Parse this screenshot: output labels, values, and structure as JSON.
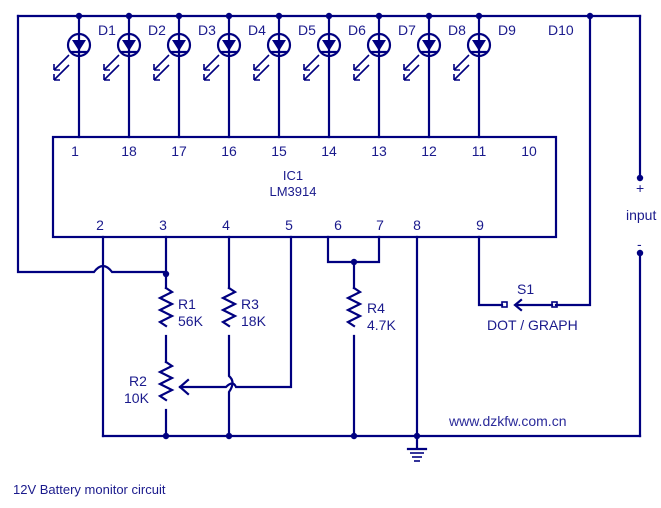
{
  "title": "12V Battery monitor circuit",
  "watermark": "www.dzkfw.com.cn",
  "colors": {
    "wire": "#000080",
    "text": "#1a1a8c"
  },
  "ic": {
    "ref": "IC1",
    "part": "LM3914",
    "top_pins": [
      "1",
      "18",
      "17",
      "16",
      "15",
      "14",
      "13",
      "12",
      "11",
      "10"
    ],
    "bottom_pins": [
      "2",
      "3",
      "4",
      "5",
      "6",
      "7",
      "8",
      "9"
    ]
  },
  "leds": [
    "D1",
    "D2",
    "D3",
    "D4",
    "D5",
    "D6",
    "D7",
    "D8",
    "D9",
    "D10"
  ],
  "resistors": [
    {
      "ref": "R1",
      "value": "56K"
    },
    {
      "ref": "R2",
      "value": "10K"
    },
    {
      "ref": "R3",
      "value": "18K"
    },
    {
      "ref": "R4",
      "value": "4.7K"
    }
  ],
  "switch": {
    "ref": "S1",
    "label": "DOT / GRAPH"
  },
  "input": {
    "plus": "+",
    "label": "input",
    "minus": "-"
  }
}
